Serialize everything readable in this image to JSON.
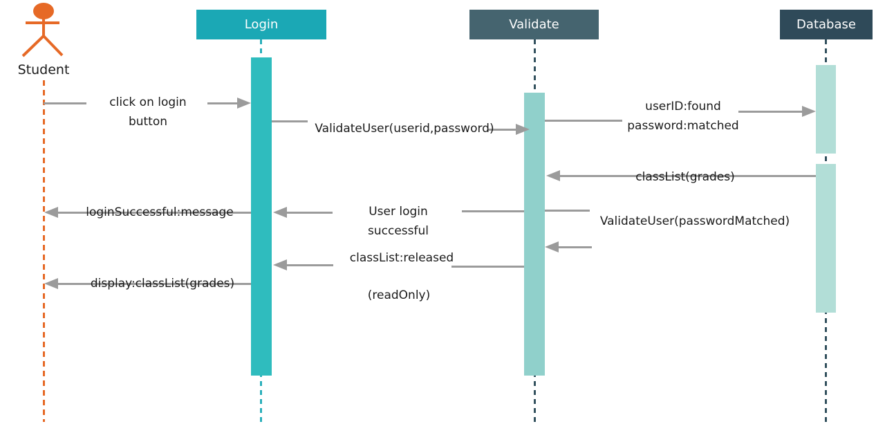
{
  "actor": {
    "name": "Student"
  },
  "lifelines": {
    "login": {
      "label": "Login"
    },
    "validate": {
      "label": "Validate"
    },
    "database": {
      "label": "Database"
    }
  },
  "messages": {
    "click_login": {
      "line1": "click on login",
      "line2": "button"
    },
    "validate_user": {
      "label": "ValidateUser(userid,password)"
    },
    "userid_found": {
      "line1": "userID:found",
      "line2": "password:matched"
    },
    "class_list_grades": {
      "label": "classList(grades)"
    },
    "user_login_successful": {
      "line1": "User login",
      "line2": "successful"
    },
    "login_successful_message": {
      "label": "loginSuccessful:message"
    },
    "validate_user_password_matched": {
      "label": "ValidateUser(passwordMatched)"
    },
    "class_list_released": {
      "label": "classList:released"
    },
    "read_only": {
      "label": "(readOnly)"
    },
    "display_class_list": {
      "label": "display:classList(grades)"
    }
  },
  "colors": {
    "actor": "#E66926",
    "login_header": "#1BA8B5",
    "login_bar": "#2FBCBE",
    "login_lifeline": "#2AAFBA",
    "validate_header": "#45646F",
    "validate_bar": "#90D0CB",
    "database_header": "#2F4A59",
    "database_bar": "#B2DED7",
    "lifeline": "#33515E",
    "line": "#9B9B9B",
    "text": "#1A1A1A"
  }
}
